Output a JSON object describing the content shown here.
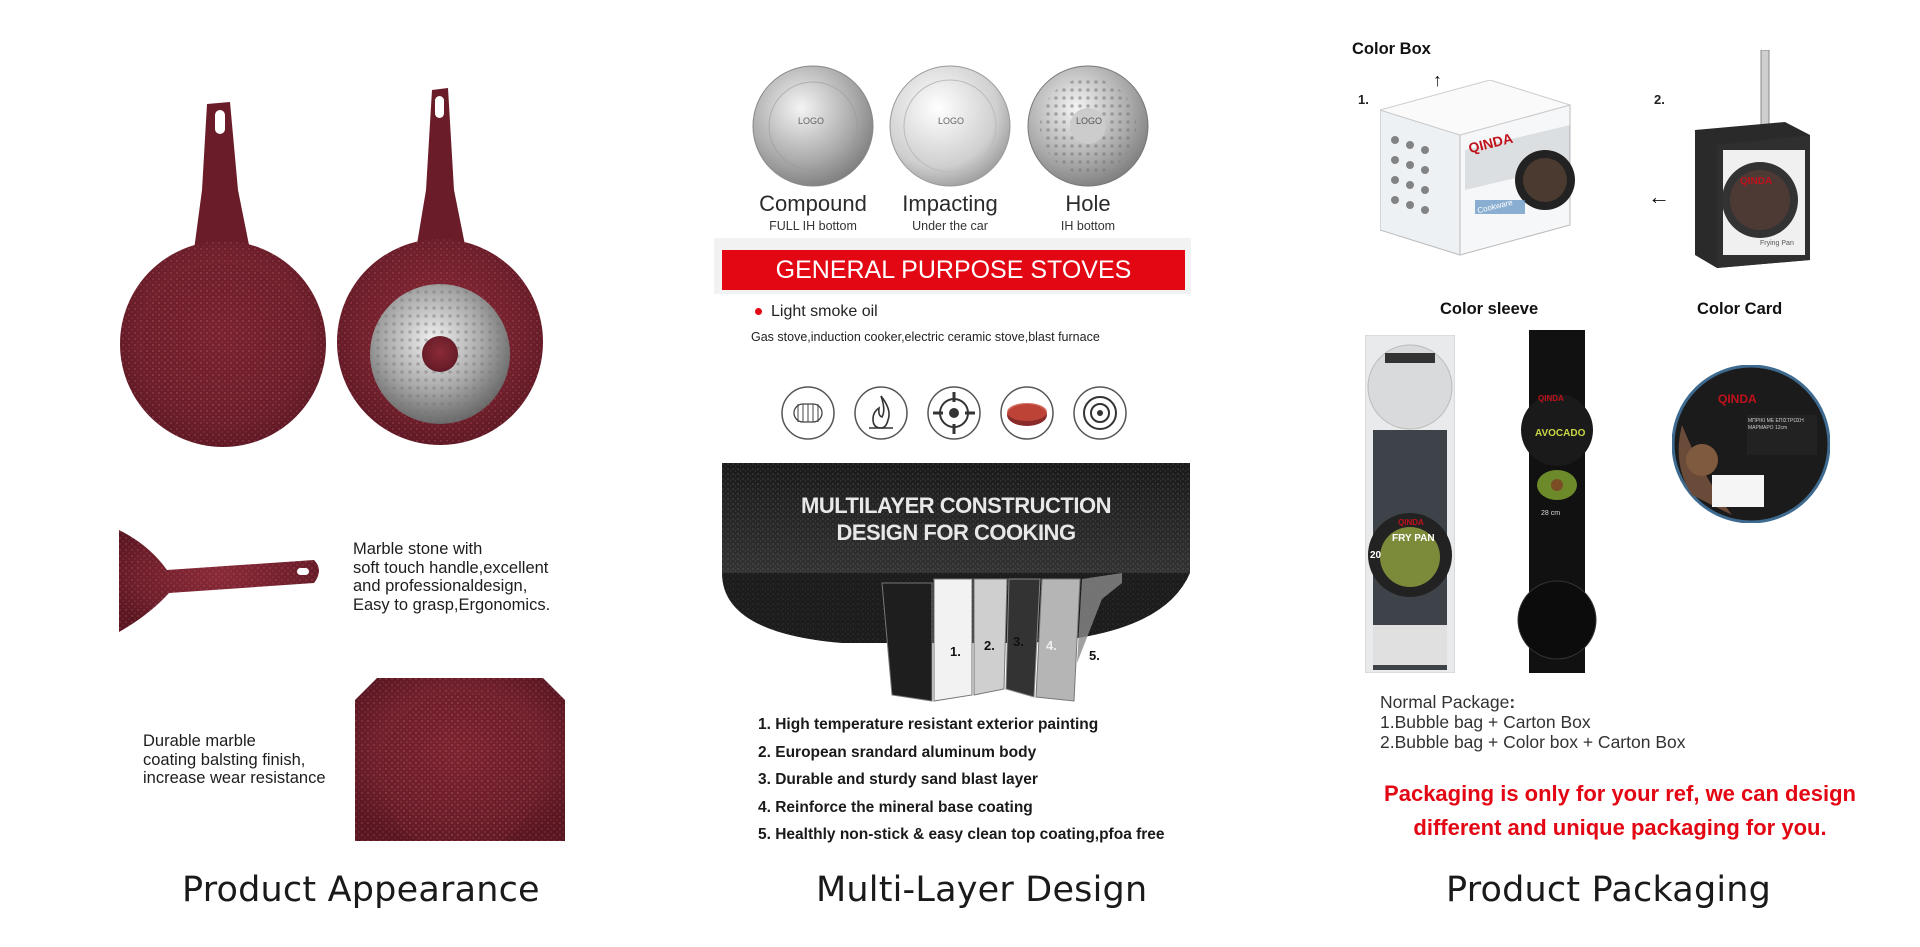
{
  "captions": {
    "appearance": "Product Appearance",
    "multilayer": "Multi-Layer Design",
    "packaging": "Product Packaging"
  },
  "appearance": {
    "handle_note": [
      "Marble stone with",
      "soft touch handle,excellent",
      "and professionaldesign,",
      "Easy to grasp,Ergonomics."
    ],
    "coating_note": [
      "Durable marble",
      "coating balsting finish,",
      "increase wear resistance"
    ]
  },
  "bottoms": [
    {
      "name": "Compound",
      "sub": "FULL IH bottom",
      "logo": "LOGO"
    },
    {
      "name": "Impacting",
      "sub": "Under the car",
      "logo": "LOGO"
    },
    {
      "name": "Hole",
      "sub": "IH bottom",
      "logo": "LOGO"
    }
  ],
  "stoves": {
    "banner": "GENERAL PURPOSE STOVES",
    "bullet": "Light smoke oil",
    "types": "Gas stove,induction cooker,electric ceramic stove,blast furnace",
    "icons": [
      "induction-coil-icon",
      "flame-icon",
      "gas-burner-icon",
      "ceramic-plate-icon",
      "electric-hob-icon"
    ]
  },
  "construction": {
    "title_line1": "MULTILAYER CONSTRUCTION",
    "title_line2": "DESIGN FOR COOKING",
    "layer_numbers": [
      "1.",
      "2.",
      "3.",
      "4.",
      "5."
    ],
    "layers": [
      "1. High temperature resistant exterior painting",
      "2. European srandard aluminum body",
      "3. Durable and sturdy sand blast layer",
      "4. Reinforce the mineral base coating",
      "5. Healthly non-stick & easy clean top coating,pfoa free"
    ]
  },
  "packaging": {
    "color_box": "Color Box",
    "num1": "1.",
    "num2": "2.",
    "color_sleeve": "Color sleeve",
    "color_card": "Color Card",
    "normal_title": "Normal Package",
    "normal_colon": ":",
    "normal_items": [
      "1.Bubble bag + Carton Box",
      "2.Bubble bag + Color box + Carton Box"
    ],
    "red_note_line1": "Packaging is only for your ref, we can design",
    "red_note_line2": "different and unique packaging for you.",
    "brand": "QINDA",
    "sleeve1_text": "FRY PAN",
    "sleeve1_size": "20",
    "sleeve2_text": "AVOCADO",
    "sleeve2_size": "28 cm",
    "card_text": "ΜΠΡΙΚΙ ΜΕ ΕΠΙΣΤΡΩΣΗ ΜΑΡΜΑΡΟ 12cm",
    "box_label": "Cookware",
    "box2_text": "Frying Pan"
  },
  "colors": {
    "pan_red": "#7a2330",
    "banner_red": "#e30613",
    "note_red": "#e30613"
  }
}
